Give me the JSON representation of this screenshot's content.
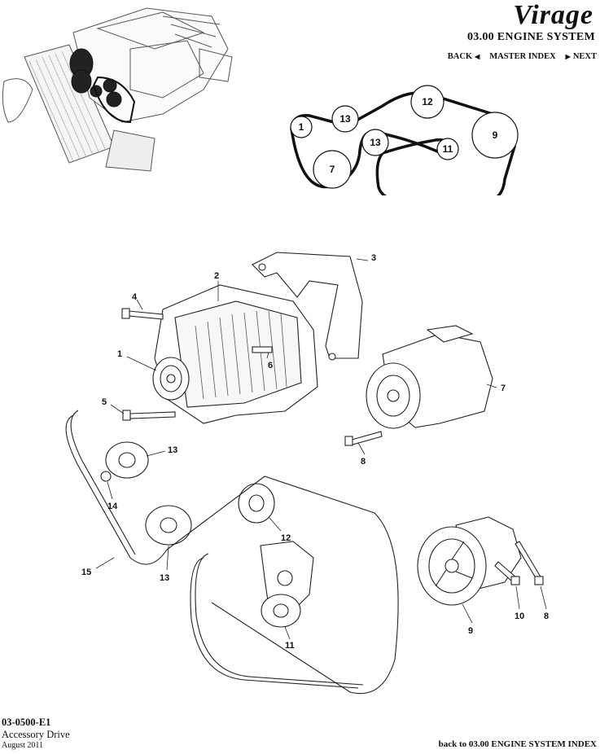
{
  "header": {
    "brand": "Virage",
    "section_title": "03.00 ENGINE SYSTEM",
    "nav": {
      "back": "BACK",
      "master_index": "MASTER INDEX",
      "next": "NEXT"
    }
  },
  "routing_diagram": {
    "pulleys": [
      "1",
      "13",
      "12",
      "9",
      "13",
      "11",
      "7"
    ]
  },
  "callouts": [
    "1",
    "2",
    "3",
    "4",
    "5",
    "6",
    "7",
    "8",
    "13",
    "14",
    "15",
    "12",
    "13",
    "11",
    "10",
    "8",
    "9"
  ],
  "footer": {
    "code": "03-0500-E1",
    "title": "Accessory Drive",
    "date": "August 2011",
    "back_link": "back to 03.00 ENGINE SYSTEM INDEX"
  }
}
